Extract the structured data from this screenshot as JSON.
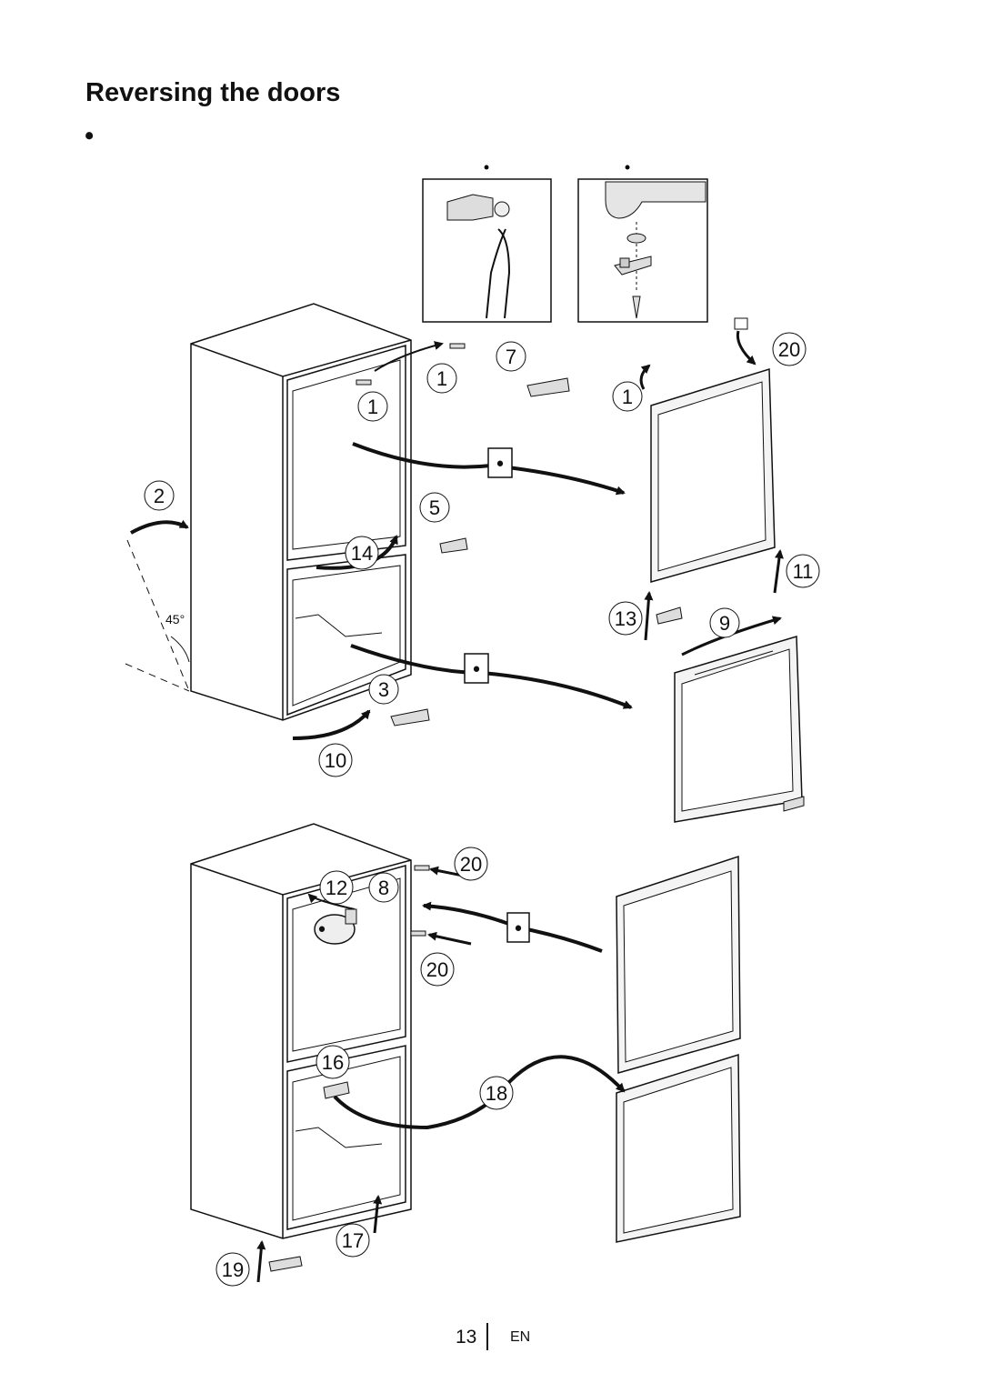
{
  "page": {
    "title": "Reversing the doors",
    "subtitle_glyph": "ꔷ",
    "page_number": "13",
    "language": "EN"
  },
  "diagram": {
    "inset_labels": [
      "ꔷ",
      "ꔷ"
    ],
    "step_numbers": {
      "s1a": "1",
      "s1b": "1",
      "s1c": "1",
      "s2": "2",
      "s3": "3",
      "s5": "5",
      "s7": "7",
      "s9": "9",
      "s10": "10",
      "s11": "11",
      "s12": "12",
      "s8": "8",
      "s13": "13",
      "s14": "14",
      "s16": "16",
      "s17": "17",
      "s18": "18",
      "s19": "19",
      "s20a": "20",
      "s20b": "20",
      "s20c": "20"
    },
    "box_glyphs": {
      "g1": "ꔷ",
      "g2": "ꔷ",
      "g3": "ꔷ",
      "g4": "ꔷ"
    },
    "angle_label": "45°"
  }
}
